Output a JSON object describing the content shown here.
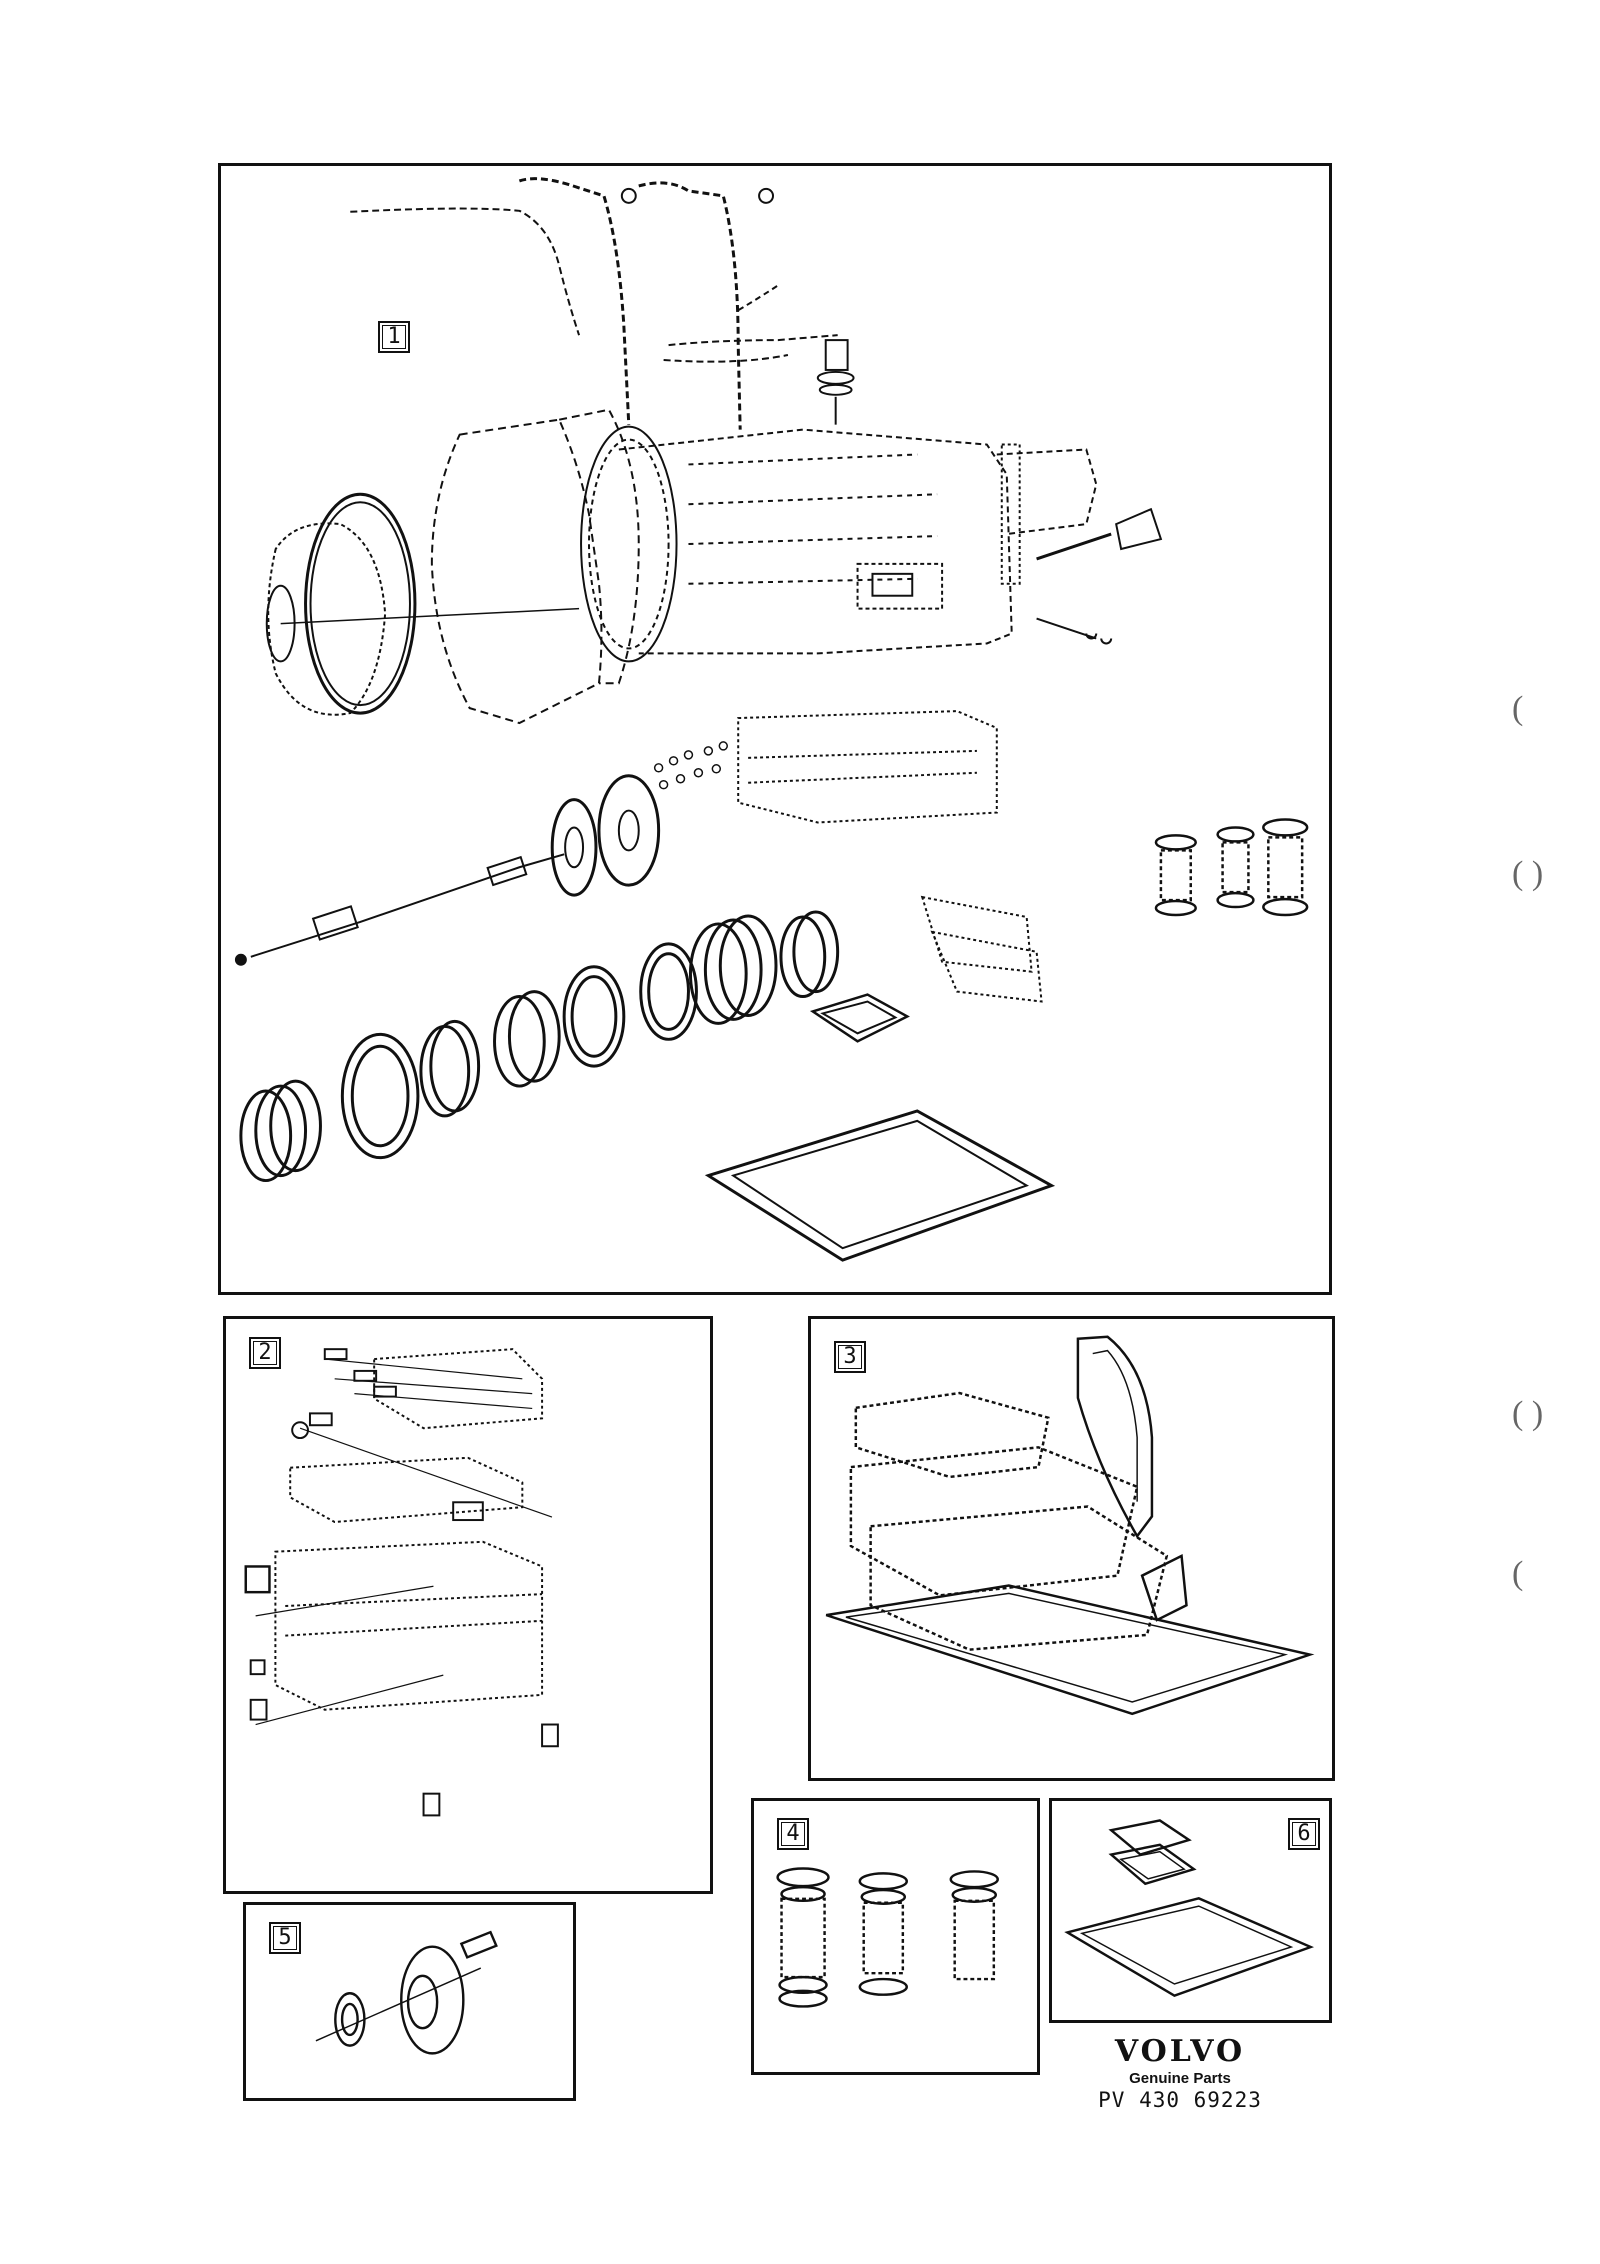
{
  "panels": [
    {
      "id": "1",
      "label": "1"
    },
    {
      "id": "2",
      "label": "2"
    },
    {
      "id": "3",
      "label": "3"
    },
    {
      "id": "4",
      "label": "4"
    },
    {
      "id": "5",
      "label": "5"
    },
    {
      "id": "6",
      "label": "6"
    }
  ],
  "brand": {
    "logo": "VOLVO",
    "tagline": "Genuine Parts",
    "code": "PV 430 69223"
  },
  "margin_marks": [
    "(",
    "( )",
    "( )",
    "("
  ]
}
